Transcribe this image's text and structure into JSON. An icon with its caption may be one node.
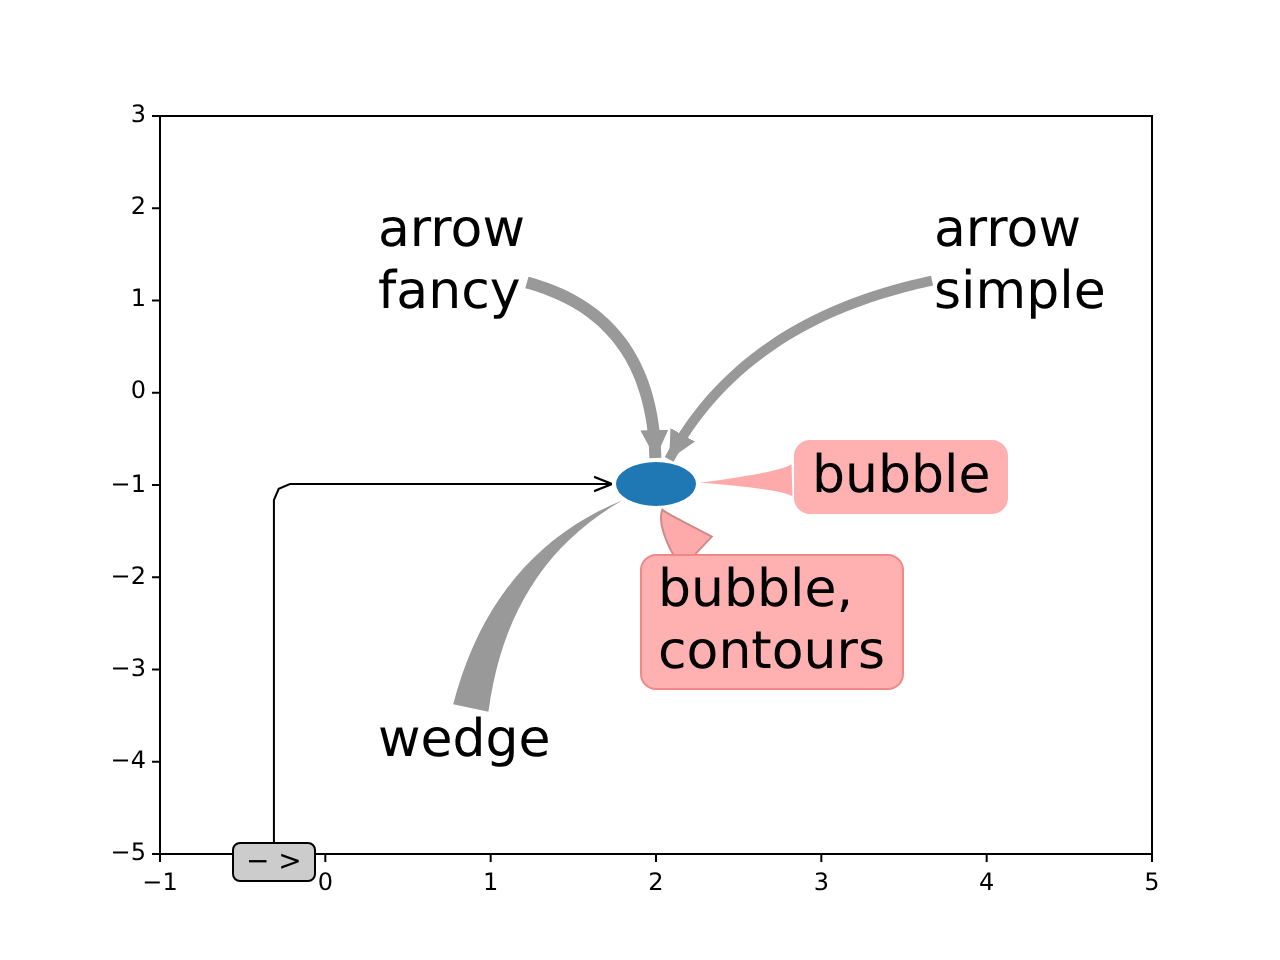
{
  "diagram": {
    "nodes": [
      {
        "text": [],
        "shape": "ellipse"
      },
      {
        "text": [
          "arrow fancy"
        ]
      },
      {
        "text": [
          "arrow simple"
        ]
      },
      {
        "text": [
          "bubble"
        ]
      },
      {
        "text": [
          "bubble, contours"
        ]
      },
      {
        "text": [
          "wedge"
        ]
      },
      {
        "text": [
          "− >"
        ]
      }
    ],
    "edges": [
      {
        "from": 1,
        "to": 0,
        "arrow": "to"
      },
      {
        "from": 2,
        "to": 0,
        "arrow": "to"
      },
      {
        "from": 3,
        "to": 0,
        "arrow": "none",
        "color": "#ffaaaa"
      },
      {
        "from": 4,
        "to": 0,
        "arrow": "none",
        "color": "#ffaaaa"
      },
      {
        "from": 5,
        "to": 0,
        "arrow": "none"
      },
      {
        "from": 6,
        "to": 0,
        "arrow": "to",
        "color": "#000000"
      }
    ],
    "labels": [
      "3",
      "2",
      "1",
      "0",
      "−1",
      "−2",
      "−3",
      "−4",
      "−5",
      "−1",
      "0",
      "1",
      "2",
      "3",
      "4",
      "5"
    ]
  }
}
